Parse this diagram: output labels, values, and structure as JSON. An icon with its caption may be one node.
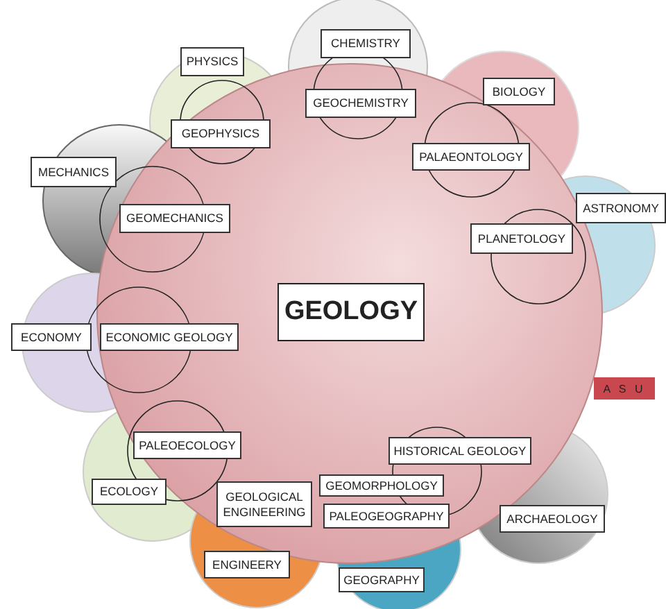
{
  "diagram": {
    "nodes": [
      {
        "text": [
          "CHEMISTRY"
        ]
      },
      {
        "text": [
          "PHYSICS"
        ]
      },
      {
        "text": [
          "GEOCHEMISTRY"
        ]
      },
      {
        "text": [
          "BIOLOGY"
        ]
      },
      {
        "text": [
          "GEOPHYSICS"
        ]
      },
      {
        "text": [
          "MECHANICS"
        ]
      },
      {
        "text": [
          "PALAEONTOLOGY"
        ]
      },
      {
        "text": [
          "ASTRONOMY"
        ]
      },
      {
        "text": [
          "GEOMECHANICS"
        ]
      },
      {
        "text": [
          "PLANETOLOGY"
        ]
      },
      {
        "text": [
          "GEOLOGY"
        ]
      },
      {
        "text": [
          "ECONOMY"
        ]
      },
      {
        "text": [
          "ECONOMIC GEOLOGY"
        ]
      },
      {
        "text": [
          "PALEOECOLOGY"
        ]
      },
      {
        "text": [
          "HISTORICAL GEOLOGY"
        ]
      },
      {
        "text": [
          "ECOLOGY"
        ]
      },
      {
        "text": [
          "GEOLOGICAL ENGINEERING"
        ]
      },
      {
        "text": [
          "GEOMORPHOLOGY"
        ]
      },
      {
        "text": [
          "PALEOGEOGRAPHY"
        ]
      },
      {
        "text": [
          "ARCHAEOLOGY"
        ]
      },
      {
        "text": [
          "ENGINEERY"
        ]
      },
      {
        "text": [
          "GEOGRAPHY"
        ]
      }
    ],
    "labels": [
      "A S U"
    ]
  }
}
